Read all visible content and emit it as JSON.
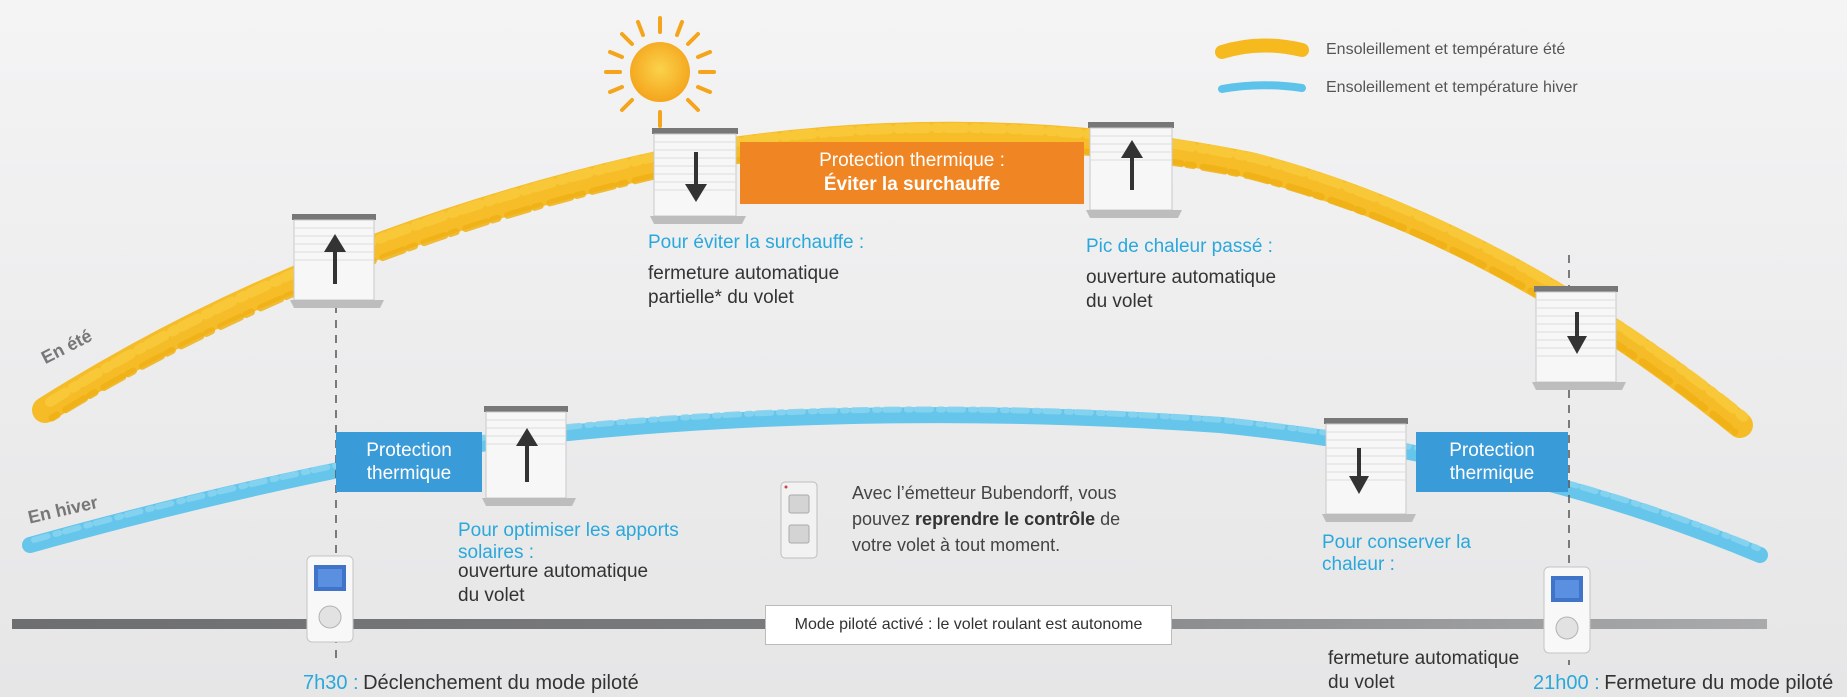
{
  "legend": {
    "summer": "Ensoleillement et température  été",
    "winter": "Ensoleillement et température  hiver"
  },
  "seasons": {
    "summer": "En été",
    "winter": "En hiver"
  },
  "summer_peak_box": {
    "line1": "Protection thermique :",
    "line2": "Éviter la surchauffe"
  },
  "summer_close": {
    "title": "Pour éviter la surchauffe :",
    "line1": "fermeture automatique",
    "line2": "partielle* du volet"
  },
  "summer_open": {
    "title": "Pic de chaleur passé :",
    "line1": "ouverture automatique",
    "line2": "du volet"
  },
  "winter_left_box": {
    "line1": "Protection",
    "line2": "thermique"
  },
  "winter_right_box": {
    "line1": "Protection",
    "line2": "thermique"
  },
  "winter_open": {
    "title1": "Pour optimiser les apports",
    "title2": "solaires :",
    "line1": "ouverture automatique",
    "line2": "du volet"
  },
  "winter_close": {
    "title1": "Pour conserver la",
    "title2": "chaleur :",
    "line1": "fermeture automatique",
    "line2": "du volet"
  },
  "remote": {
    "text1": "Avec l’émetteur Bubendorff, vous",
    "text2a": "pouvez ",
    "text2b": "reprendre le contrôle",
    "text2c": " de",
    "text3": "votre volet à tout moment."
  },
  "mode_banner": "Mode piloté activé : le volet roulant est autonome",
  "start": {
    "time": "7h30 :",
    "event": "Déclenchement du mode piloté"
  },
  "end": {
    "time": "21h00 :",
    "event": "Fermeture du mode piloté"
  },
  "colors": {
    "summer": "#f6b91e",
    "winter": "#5ec3ea",
    "orange": "#f08523",
    "blue": "#3a9bd9"
  }
}
